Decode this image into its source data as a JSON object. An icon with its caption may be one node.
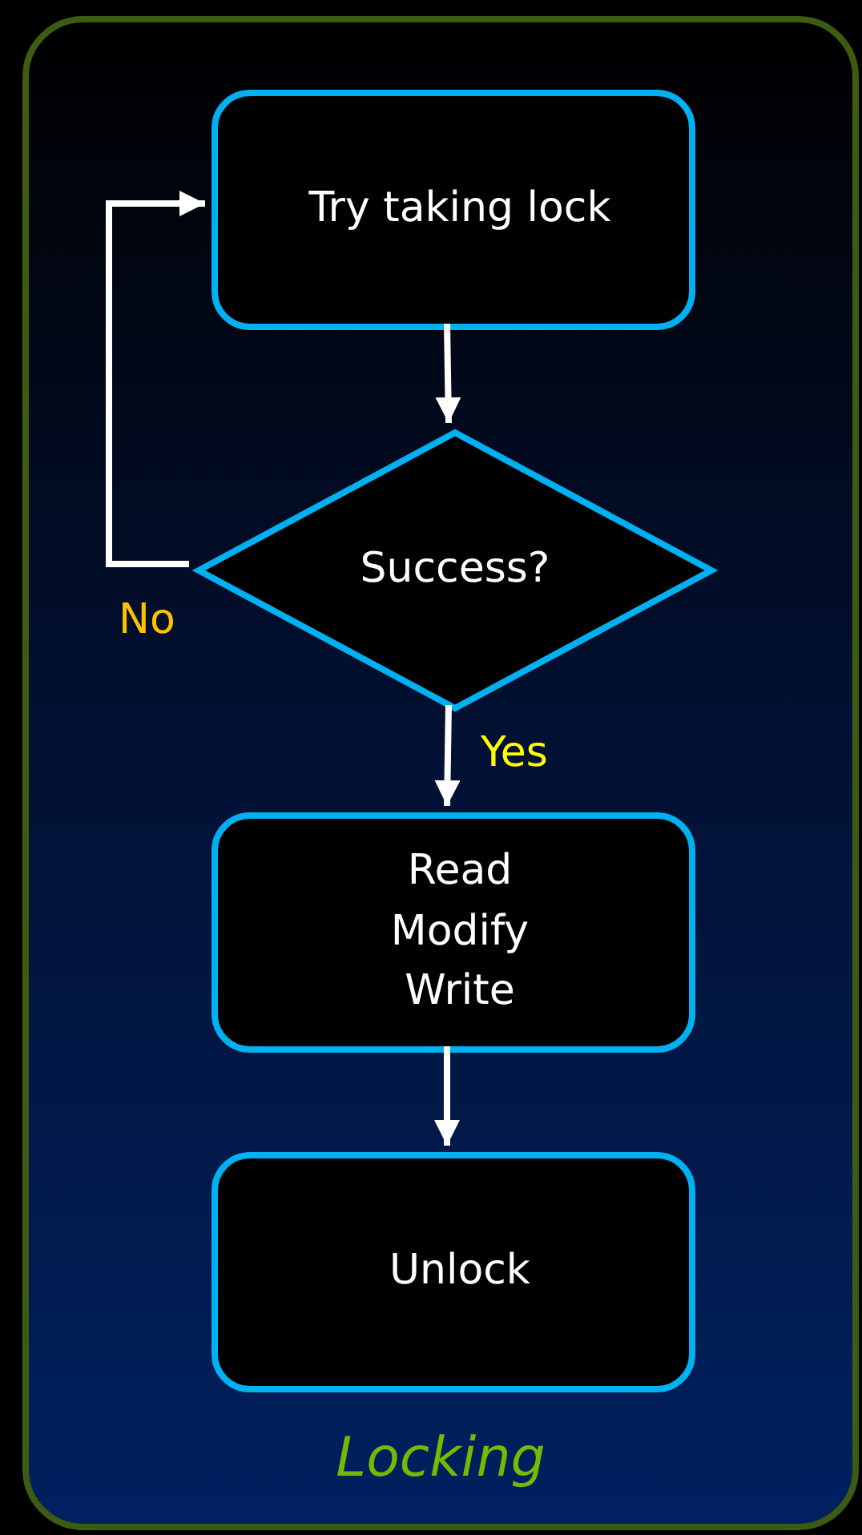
{
  "diagram": {
    "nodes": [
      {
        "text": [
          "Locking"
        ]
      },
      {
        "text": [
          "Try taking lock"
        ],
        "in": 0
      },
      {
        "text": [
          "Success?"
        ],
        "in": 0
      },
      {
        "text": [
          "Read Modify Write"
        ],
        "in": 0
      },
      {
        "text": [
          "Unlock"
        ],
        "in": 0
      }
    ],
    "edges": [
      {
        "from": 1,
        "to": 2,
        "arrow": "to"
      },
      {
        "from": 2,
        "to": 3,
        "arrow": "to",
        "label": "Yes"
      },
      {
        "from": 2,
        "to": 1,
        "arrow": "to",
        "label": "No"
      },
      {
        "from": 3,
        "to": 4,
        "arrow": "to"
      }
    ]
  }
}
